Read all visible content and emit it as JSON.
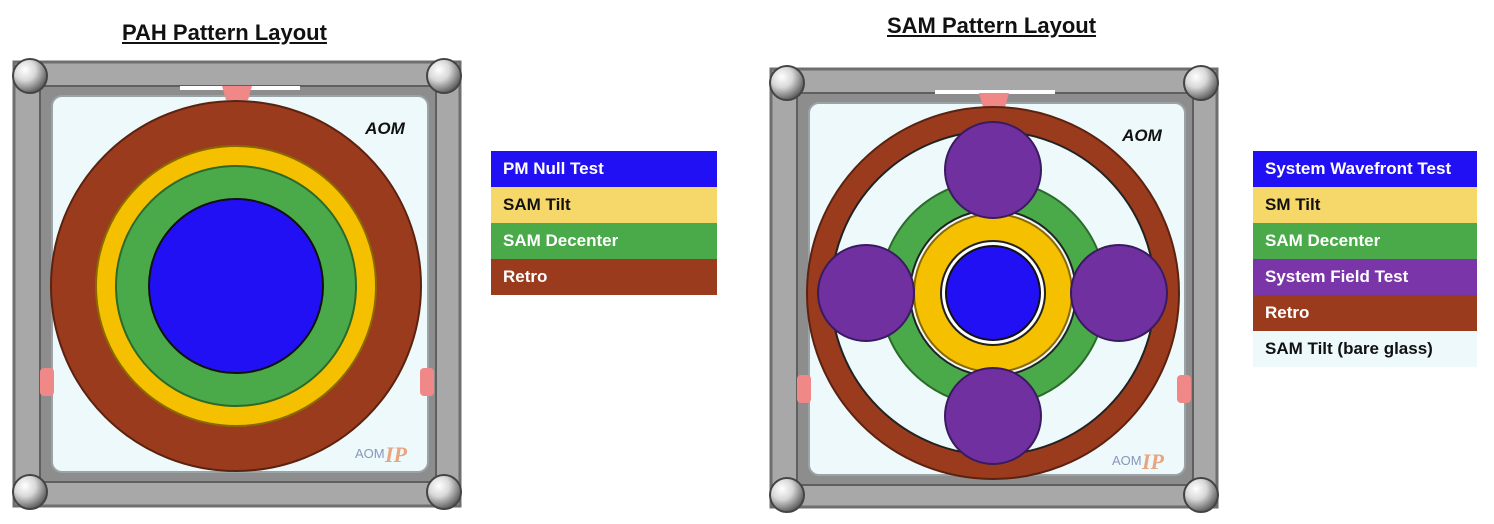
{
  "pah": {
    "title": "PAH Pattern Layout",
    "aom_label": "AOM",
    "logo_left": "AOM",
    "logo_right": "IP",
    "legend": [
      {
        "label": "PM Null Test",
        "bg": "#2210f5",
        "fg": "#ffffff"
      },
      {
        "label": "SAM Tilt",
        "bg": "#f5d76a",
        "fg": "#111111"
      },
      {
        "label": "SAM Decenter",
        "bg": "#4aaa4a",
        "fg": "#ffffff"
      },
      {
        "label": "Retro",
        "bg": "#9a3b1e",
        "fg": "#ffffff"
      }
    ]
  },
  "sam": {
    "title": "SAM Pattern Layout",
    "aom_label": "AOM",
    "logo_left": "AOM",
    "logo_right": "IP",
    "legend": [
      {
        "label": "System Wavefront Test",
        "bg": "#2210f5",
        "fg": "#ffffff"
      },
      {
        "label": "SM Tilt",
        "bg": "#f5d76a",
        "fg": "#111111"
      },
      {
        "label": "SAM Decenter",
        "bg": "#4aaa4a",
        "fg": "#ffffff"
      },
      {
        "label": "System Field Test",
        "bg": "#7a35a8",
        "fg": "#ffffff"
      },
      {
        "label": "Retro",
        "bg": "#9a3b1e",
        "fg": "#ffffff"
      },
      {
        "label": "SAM Tilt (bare glass)",
        "bg": "#eef9fb",
        "fg": "#111111"
      }
    ]
  },
  "colors": {
    "blue": "#2210f5",
    "yellow": "#f5c000",
    "green": "#4aaa4a",
    "brown": "#9a3b1e",
    "purple": "#7030a0",
    "glass": "#eef9fb",
    "frame": "#aaaaaa",
    "frame_dark": "#6e6e6e",
    "pink": "#f08888"
  }
}
